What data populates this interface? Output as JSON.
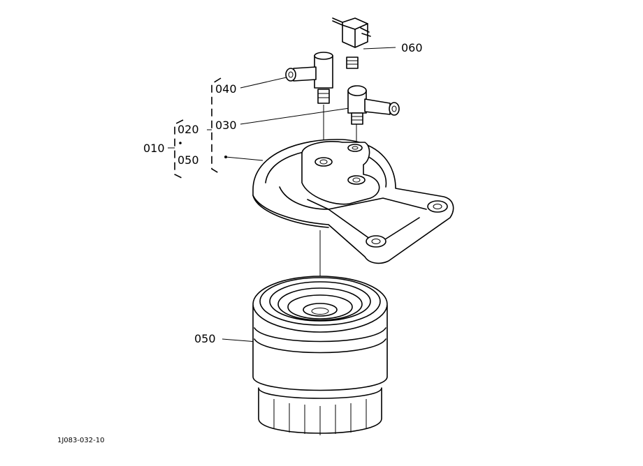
{
  "parts": {
    "p010": "010",
    "p020": "020",
    "p050_kit": "050",
    "p030": "030",
    "p040": "040",
    "p060": "060",
    "p050_filter": "050"
  },
  "bracket_dot": "•",
  "figure_ref": "1J083-032-10"
}
